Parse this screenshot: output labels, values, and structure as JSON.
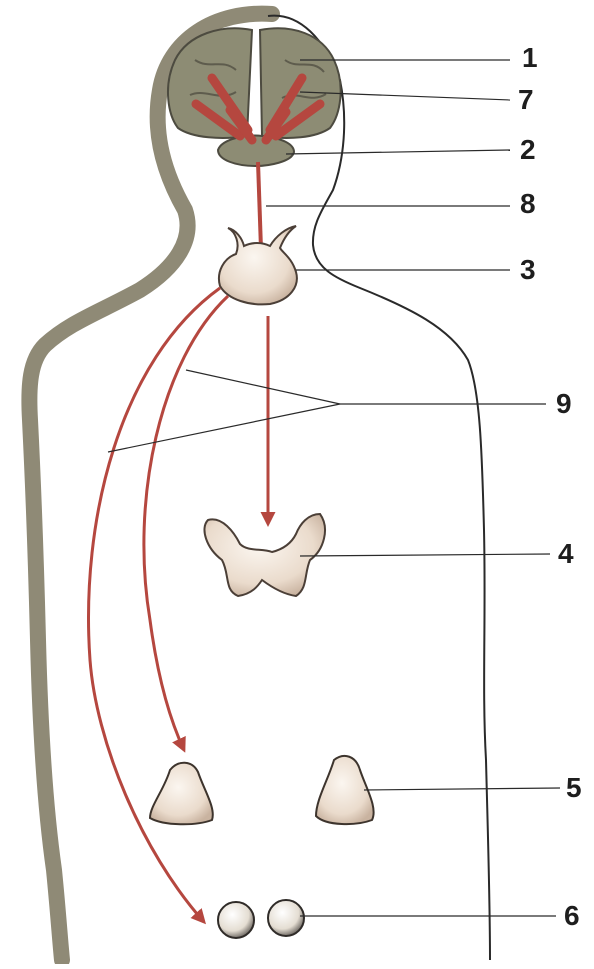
{
  "callouts": [
    {
      "id": "c1",
      "label": "1"
    },
    {
      "id": "c7",
      "label": "7"
    },
    {
      "id": "c2",
      "label": "2"
    },
    {
      "id": "c8",
      "label": "8"
    },
    {
      "id": "c3",
      "label": "3"
    },
    {
      "id": "c9",
      "label": "9"
    },
    {
      "id": "c4",
      "label": "4"
    },
    {
      "id": "c5",
      "label": "5"
    },
    {
      "id": "c6",
      "label": "6"
    }
  ],
  "colors": {
    "arrow": "#b5473f",
    "outline": "#2a2a2a",
    "shadow": "#8f8a76",
    "gland_fill": "#f1e7dc",
    "brain_fill": "#8d8c74"
  }
}
